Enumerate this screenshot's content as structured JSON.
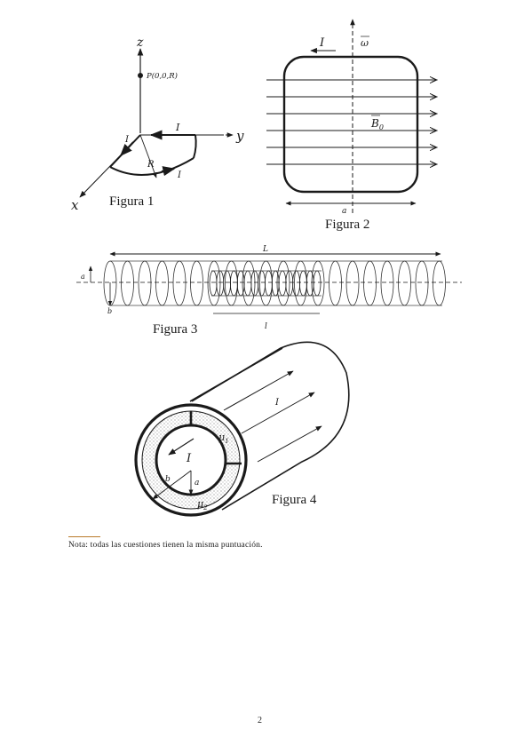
{
  "figure1": {
    "caption": "Figura 1",
    "axis_z": "z",
    "axis_y": "y",
    "axis_x": "x",
    "point_label": "P(0,0,R)",
    "current_top": "I",
    "current_left": "I",
    "current_arc": "I",
    "radius": "R"
  },
  "figure2": {
    "caption": "Figura 2",
    "current": "I",
    "omega": "ω",
    "field": "B",
    "field_sub": "0",
    "side": "a"
  },
  "figure3": {
    "caption": "Figura 3",
    "length_outer": "L",
    "length_inner": "l",
    "radius_a": "a",
    "radius_b": "b"
  },
  "figure4": {
    "caption": "Figura 4",
    "current_outer": "I",
    "current_inner": "I",
    "mu1": "μ",
    "mu1_sub": "1",
    "mu2": "μ",
    "mu2_sub": "2",
    "radius_a": "a",
    "radius_b": "b"
  },
  "note": "Nota: todas las cuestiones tienen la misma puntuación.",
  "page_number": "2"
}
